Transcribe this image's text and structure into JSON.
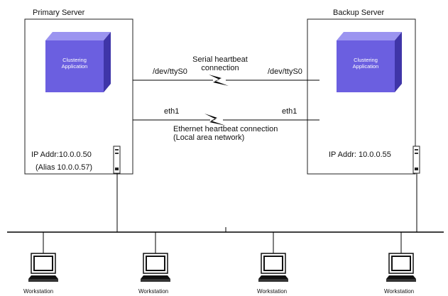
{
  "primary": {
    "title": "Primary Server",
    "app_line1": "Clustering",
    "app_line2": "Application",
    "ip": "IP Addr:10.0.0.50",
    "alias": "(Alias 10.0.0.57)"
  },
  "backup": {
    "title": "Backup Server",
    "app_line1": "Clustering",
    "app_line2": "Application",
    "ip": "IP Addr: 10.0.0.55"
  },
  "serial": {
    "line1": "Serial heartbeat",
    "line2": "connection",
    "left_port": "/dev/ttyS0",
    "right_port": "/dev/ttyS0"
  },
  "ethernet": {
    "line1": "Ethernet heartbeat connection",
    "line2": "(Local area network)",
    "left_port": "eth1",
    "right_port": "eth1"
  },
  "workstations": [
    "Workstation",
    "Workstation",
    "Workstation",
    "Workstation"
  ],
  "colors": {
    "cube_front": "#6b5fe0",
    "cube_top": "#9b94f0",
    "cube_side": "#3f35a8",
    "line": "#000000"
  }
}
